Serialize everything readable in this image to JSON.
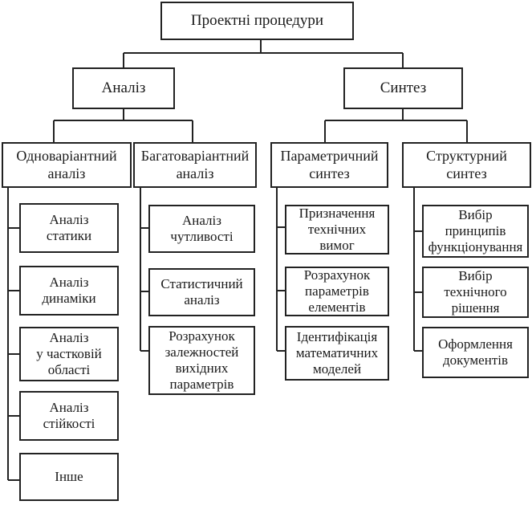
{
  "root": {
    "label": "Проектні процедури"
  },
  "level1": [
    {
      "label": "Аналіз"
    },
    {
      "label": "Синтез"
    }
  ],
  "level2": [
    {
      "label": "Одноваріантний\nаналіз"
    },
    {
      "label": "Багатоваріантний\nаналіз"
    },
    {
      "label": "Параметричний\nсинтез"
    },
    {
      "label": "Структурний\nсинтез"
    }
  ],
  "odno_items": [
    {
      "label": "Аналіз\nстатики"
    },
    {
      "label": "Аналіз\nдинаміки"
    },
    {
      "label": "Аналіз\nу частковій\nобласті"
    },
    {
      "label": "Аналіз\nстійкості"
    },
    {
      "label": "Інше"
    }
  ],
  "baga_items": [
    {
      "label": "Аналіз\nчутливості"
    },
    {
      "label": "Статистичний\nаналіз"
    },
    {
      "label": "Розрахунок\nзалежностей\nвихідних\nпараметрів"
    }
  ],
  "param_items": [
    {
      "label": "Призначення\nтехнічних\nвимог"
    },
    {
      "label": "Розрахунок\nпараметрів\nелементів"
    },
    {
      "label": "Ідентифікація\nматематичних\nмоделей"
    }
  ],
  "struct_items": [
    {
      "label": "Вибір\nпринципів\nфункціонування"
    },
    {
      "label": "Вибір\nтехнічного\nрішення"
    },
    {
      "label": "Оформлення\nдокументів"
    }
  ]
}
